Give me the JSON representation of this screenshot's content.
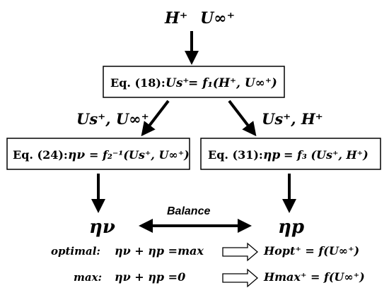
{
  "inputs": {
    "h_plus": "H⁺",
    "u_inf_plus": "U∞⁺"
  },
  "boxes": {
    "eq18": {
      "ref": "Eq. (18):",
      "lhs": "Us⁺",
      "rhs": "= f₁(H⁺, U∞⁺)"
    },
    "eq24": {
      "ref": "Eq. (24):",
      "lhs": "ην",
      "rhs": "= f₂⁻¹(Us⁺, U∞⁺)"
    },
    "eq31": {
      "ref": "Eq. (31):",
      "lhs": "ηp",
      "rhs": "= f₃ (Us⁺, H⁺)"
    }
  },
  "branch_labels": {
    "left": "Us⁺, U∞⁺",
    "right": "Us⁺, H⁺"
  },
  "outputs": {
    "eta_v": "ην",
    "eta_p": "ηp",
    "balance": "Balance"
  },
  "conditions": [
    {
      "label": "optimal:",
      "expr": "ην + ηp =max",
      "result": "Hopt⁺ = f(U∞⁺)"
    },
    {
      "label": "max:",
      "expr": "ην + ηp =0",
      "result": "Hmax⁺ = f(U∞⁺)"
    }
  ]
}
